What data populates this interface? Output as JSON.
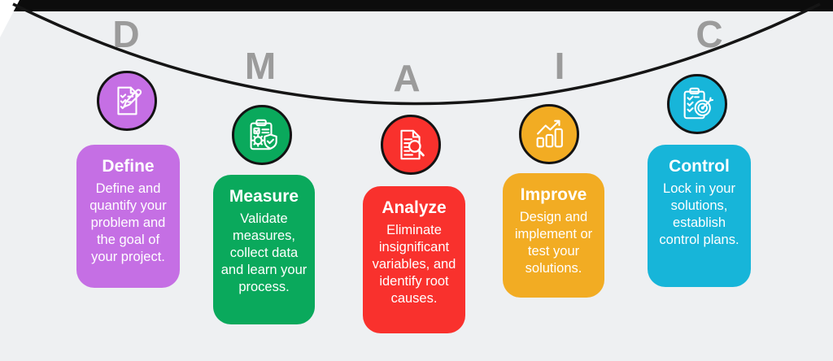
{
  "title": "DMAIC process infographic",
  "colors": {
    "background": "#eef0f2",
    "top_band": "#0c0c0c",
    "curve": "#151515",
    "corner_wedge": "#ffffff",
    "letter_gray": "#9b9b9b",
    "card_text": "#ffffff"
  },
  "steps": [
    {
      "letter": "D",
      "title": "Define",
      "description": "Define and quantify your problem and the goal of your project.",
      "color": "#c56fe4",
      "icon": "document-checklist-pencil-icon"
    },
    {
      "letter": "M",
      "title": "Measure",
      "description": "Validate measures, collect data and learn your process.",
      "color": "#0aa95c",
      "icon": "clipboard-gear-shield-icon"
    },
    {
      "letter": "A",
      "title": "Analyze",
      "description": "Eliminate insignificant variables, and identify root causes.",
      "color": "#f9312d",
      "icon": "document-magnifier-icon"
    },
    {
      "letter": "I",
      "title": "Improve",
      "description": "Design and implement or test your solutions.",
      "color": "#f2ac23",
      "icon": "bar-chart-growth-arrow-icon"
    },
    {
      "letter": "C",
      "title": "Control",
      "description": "Lock in your solutions, establish control plans.",
      "color": "#17b5d9",
      "icon": "clipboard-target-dart-icon"
    }
  ]
}
